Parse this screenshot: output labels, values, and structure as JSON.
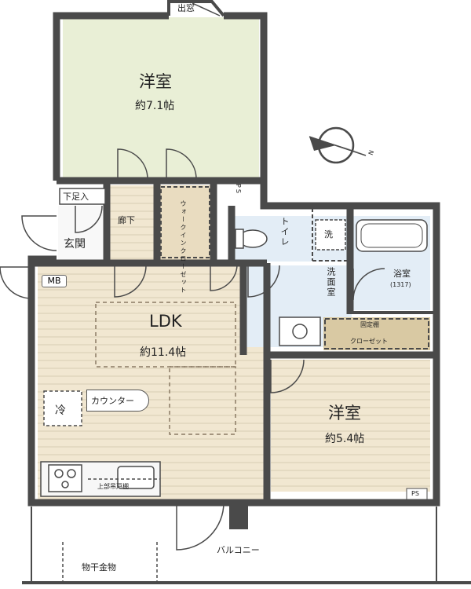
{
  "rooms": {
    "western_room_1": {
      "name": "洋室",
      "size": "約7.1帖"
    },
    "ldk": {
      "name": "LDK",
      "size": "約11.4帖"
    },
    "western_room_2": {
      "name": "洋室",
      "size": "約5.4帖"
    },
    "bath": {
      "name": "浴室",
      "size": "(1317)"
    },
    "washroom": {
      "name": "洗面室"
    },
    "toilet": {
      "name": "トイレ"
    },
    "hallway": {
      "name": "廊下"
    },
    "entrance": {
      "name": "玄関"
    },
    "shoe_box": {
      "name": "下足入"
    },
    "walk_in_closet": {
      "name": "ウォークインクローゼット"
    },
    "fixed_closet": {
      "line1": "固定棚",
      "line2": "クローゼット"
    },
    "balcony": {
      "name": "バルコニー"
    }
  },
  "fixtures": {
    "exit": "出窓",
    "ps": "PS",
    "mb": "MB",
    "refrigerator": "冷",
    "counter": "カウンター",
    "upper_cabinet": "上部吊戸棚",
    "shelf": "棚",
    "laundry": "洗",
    "drying_pole": "物干金物",
    "compass": "N"
  },
  "colors": {
    "wall": "#4a4a4a",
    "room_wood": "#f1e7d1",
    "room_tatami": "#e9efd6",
    "wet_area": "#e3edf6",
    "closet": "#e9dcc0",
    "floor_line": "#ddd2bc"
  }
}
